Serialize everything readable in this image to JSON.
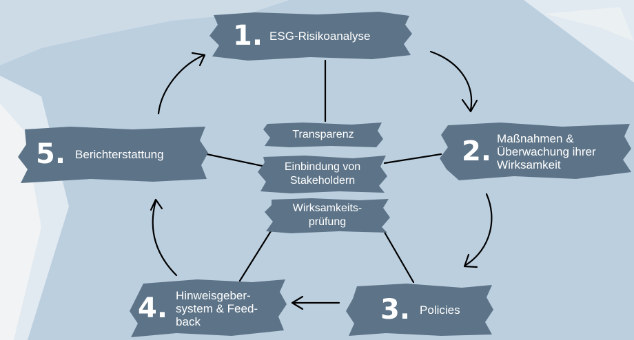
{
  "colors": {
    "background": "#bccfdf",
    "brush": "#5d7488",
    "text": "#ffffff",
    "line": "#000000"
  },
  "steps": [
    {
      "num": "1.",
      "label": "ESG-Risikoanalyse"
    },
    {
      "num": "2.",
      "label": "Maßnahmen & Überwachung ihrer Wirksamkeit"
    },
    {
      "num": "3.",
      "label": "Policies"
    },
    {
      "num": "4.",
      "label": "Hinweisgeber-system & Feed-back"
    },
    {
      "num": "5.",
      "label": "Berichterstattung"
    }
  ],
  "center": [
    {
      "label": "Transparenz"
    },
    {
      "label": "Einbindung von Stakeholdern"
    },
    {
      "label": "Wirksamkeits-prüfung"
    }
  ]
}
